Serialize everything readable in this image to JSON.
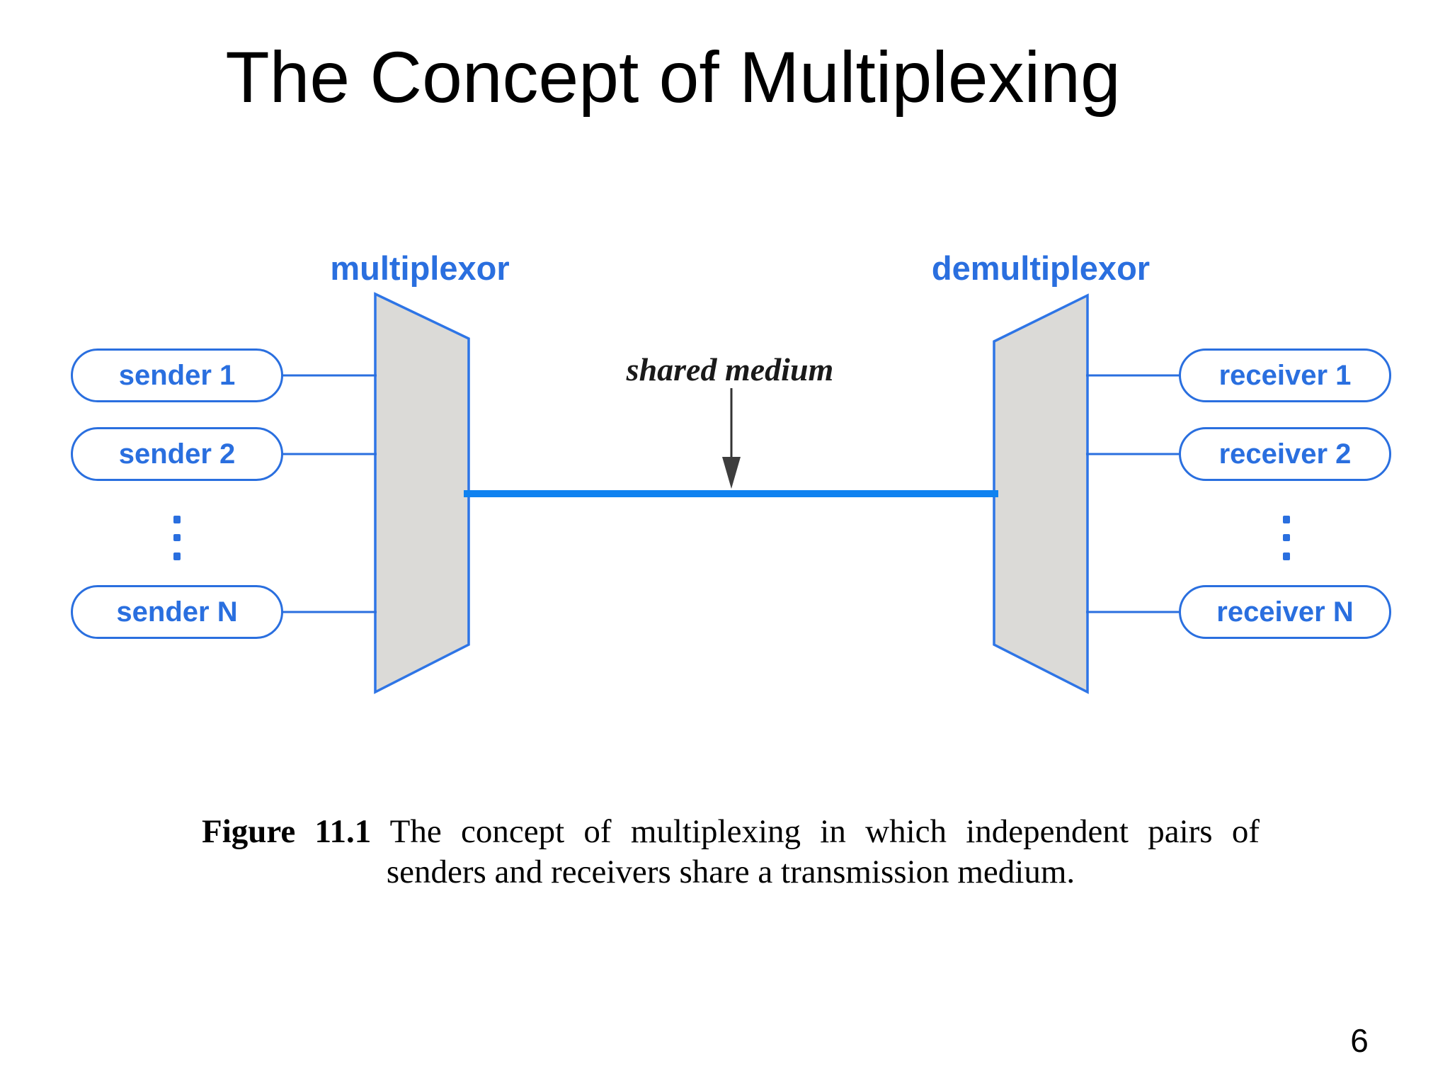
{
  "title": "The Concept of Multiplexing",
  "page_number": "6",
  "diagram": {
    "multiplexor_label": "multiplexor",
    "demultiplexor_label": "demultiplexor",
    "shared_medium_label": "shared medium",
    "senders": [
      {
        "label": "sender 1"
      },
      {
        "label": "sender 2"
      },
      {
        "label": "sender N"
      }
    ],
    "receivers": [
      {
        "label": "receiver 1"
      },
      {
        "label": "receiver 2"
      },
      {
        "label": "receiver N"
      }
    ]
  },
  "caption": {
    "figure_label": "Figure 11.1",
    "line1": "The concept of multiplexing in which independent pairs of",
    "line2": "senders and receivers share a transmission medium."
  },
  "colors": {
    "accent_blue": "#2A6FDF",
    "medium_line_blue": "#0F82F0",
    "trapezoid_fill": "#DBDAD7",
    "trapezoid_border": "#2E75E6",
    "text_black": "#000000"
  }
}
